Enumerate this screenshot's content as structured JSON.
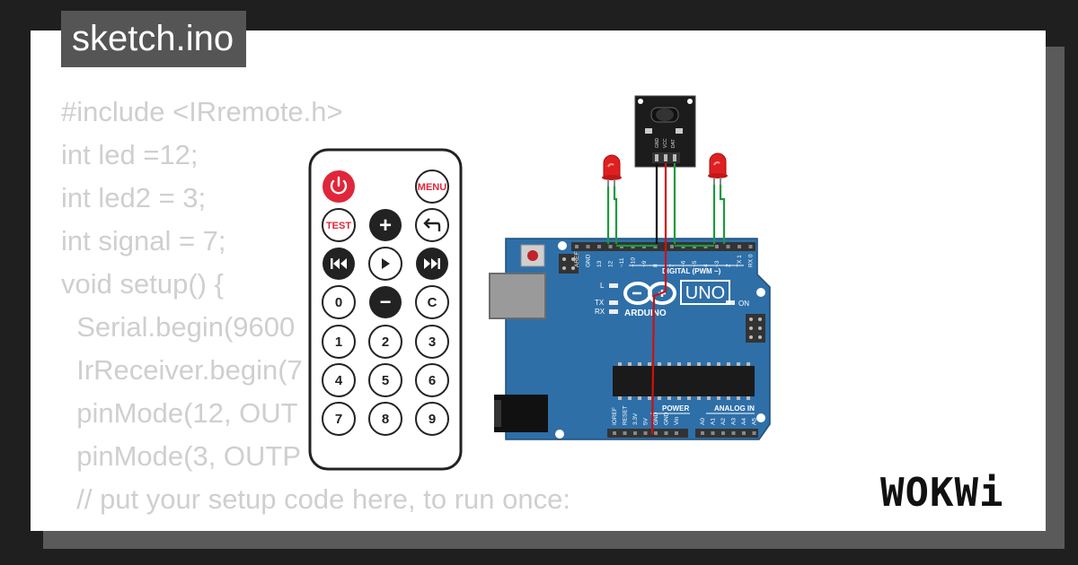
{
  "title": "sketch.ino",
  "code_lines": [
    "#include <IRremote.h>",
    "int led =12;",
    "int led2 = 3;",
    "int signal = 7;",
    "void setup() {",
    "  Serial.begin(9600",
    "  IrReceiver.begin(7",
    "  pinMode(12, OUT",
    "  pinMode(3, OUTP",
    "  // put your setup code here, to run once:"
  ],
  "remote": {
    "power_icon": "power-icon",
    "menu_label": "MENU",
    "test_label": "TEST",
    "plus_label": "+",
    "back_icon": "back-arrow-icon",
    "prev_icon": "previous-track-icon",
    "play_icon": "play-icon",
    "next_icon": "next-track-icon",
    "minus_label": "−",
    "c_label": "C",
    "digits": [
      "0",
      "1",
      "2",
      "3",
      "4",
      "5",
      "6",
      "7",
      "8",
      "9"
    ]
  },
  "board": {
    "name": "UNO",
    "brand": "ARDUINO",
    "digital_label": "DIGITAL (PWM ~)",
    "power_label": "POWER",
    "analog_label": "ANALOG IN",
    "l_label": "L",
    "tx_label": "TX",
    "rx_label": "RX",
    "on_label": "ON",
    "top_pins": [
      "AREF",
      "GND",
      "13",
      "12",
      "~11",
      "~10",
      "~9",
      "8",
      "7",
      "~6",
      "~5",
      "4",
      "~3",
      "2",
      "TX 1",
      "RX 0"
    ],
    "bottom_pins": [
      "IOREF",
      "RESET",
      "3.3V",
      "5V",
      "GND",
      "GND",
      "Vin",
      "A0",
      "A1",
      "A2",
      "A3",
      "A4",
      "A5"
    ]
  },
  "ir_sensor_pins": [
    "GND",
    "VCC",
    "DAT"
  ],
  "logo_text": "WOKWi",
  "colors": {
    "board_blue": "#2e6fa8",
    "led_red": "#e02020",
    "wire_green": "#1a9a3a",
    "wire_red": "#d01010",
    "code_gray": "#cfcfcf"
  }
}
